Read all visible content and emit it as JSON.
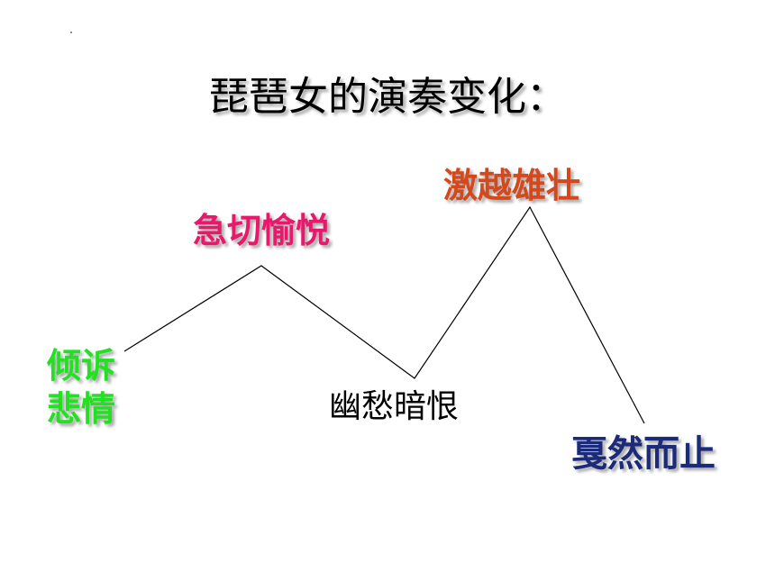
{
  "title": "琵琶女的演奏变化：",
  "stages": [
    {
      "id": "start",
      "lines": [
        "倾诉",
        "悲情"
      ],
      "color": "#22e022"
    },
    {
      "id": "peak1",
      "lines": [
        "急切愉悦"
      ],
      "color": "#e8186a"
    },
    {
      "id": "valley",
      "lines": [
        "幽愁暗恨"
      ],
      "color": "#000000"
    },
    {
      "id": "peak2",
      "lines": [
        "激越雄壮"
      ],
      "color": "#d4481c"
    },
    {
      "id": "end",
      "lines": [
        "戛然而止"
      ],
      "color": "#1c2a7a"
    }
  ]
}
